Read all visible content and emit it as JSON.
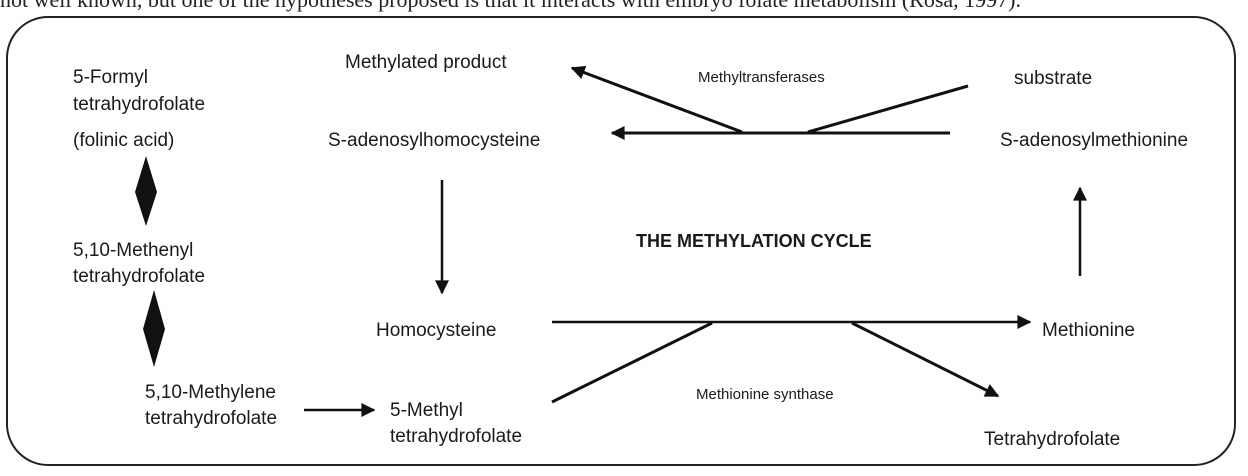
{
  "caption": "not well known, but one of the hypotheses proposed is that it interacts with embryo folate metabolism (Rosa, 1997).",
  "diagram": {
    "title": "THE METHYLATION CYCLE",
    "nodes": {
      "formyl_line1": "5-Formyl",
      "formyl_line2": "tetrahydrofolate",
      "formyl_line3": "(folinic acid)",
      "methenyl_line1": "5,10-Methenyl",
      "methenyl_line2": "tetrahydrofolate",
      "methylene_line1": "5,10-Methylene",
      "methylene_line2": "tetrahydrofolate",
      "methyl_thf_line1": "5-Methyl",
      "methyl_thf_line2": "tetrahydrofolate",
      "methylated_product": "Methylated product",
      "sah": "S-adenosylhomocysteine",
      "sam": "S-adenosylmethionine",
      "substrate": "substrate",
      "homocysteine": "Homocysteine",
      "methionine": "Methionine",
      "thf": "Tetrahydrofolate"
    },
    "enzymes": {
      "methyltransferases": "Methyltransferases",
      "methionine_synthase": "Methionine synthase"
    }
  }
}
